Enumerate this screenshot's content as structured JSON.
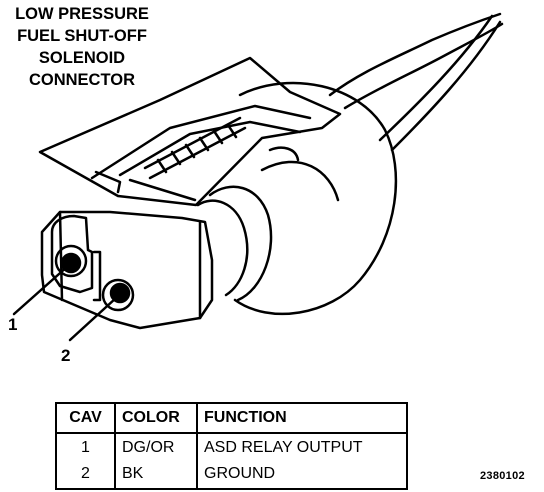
{
  "title": {
    "lines": [
      "LOW PRESSURE",
      "FUEL SHUT-OFF",
      "SOLENOID",
      "CONNECTOR"
    ]
  },
  "callouts": {
    "cavity_1": "1",
    "cavity_2": "2"
  },
  "table": {
    "headers": [
      "CAV",
      "COLOR",
      "FUNCTION"
    ],
    "rows": [
      {
        "cav": "1",
        "color": "DG/OR",
        "function": "ASD RELAY OUTPUT"
      },
      {
        "cav": "2",
        "color": "BK",
        "function": "GROUND"
      }
    ]
  },
  "figure_id": "2380102",
  "colors": {
    "ink": "#000000",
    "paper": "#ffffff"
  }
}
